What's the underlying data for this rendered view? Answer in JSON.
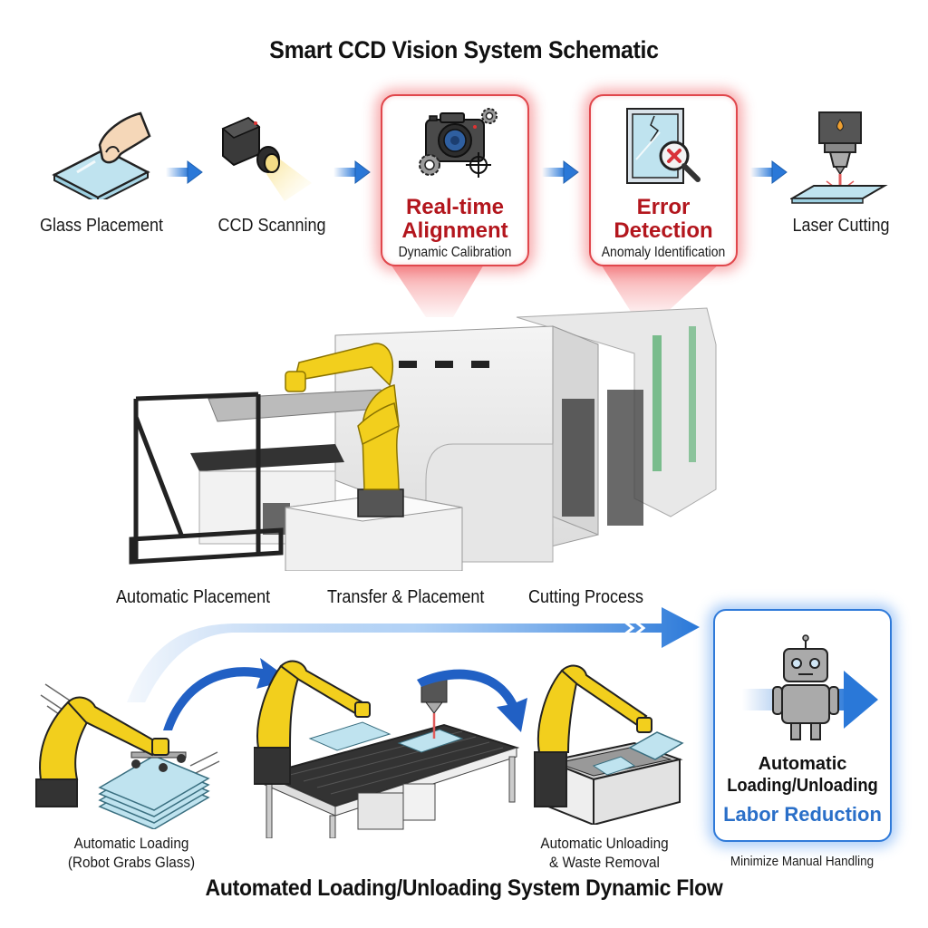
{
  "header": {
    "title": "Smart CCD Vision System Schematic"
  },
  "top_flow": {
    "steps": [
      {
        "label": "Glass Placement",
        "icon": "hand-placing-glass-icon"
      },
      {
        "label": "CCD Scanning",
        "icon": "ccd-camera-icon"
      },
      {
        "label": "Real-time Alignment",
        "line1": "Real-time",
        "line2": "Alignment",
        "sublabel": "Dynamic Calibration",
        "icon": "camera-gears-crosshair-icon",
        "highlighted": true
      },
      {
        "label": "Error Detection",
        "line1": "Error",
        "line2": "Detection",
        "sublabel": "Anomaly Identification",
        "icon": "cracked-glass-magnifier-icon",
        "highlighted": true
      },
      {
        "label": "Laser Cutting",
        "icon": "laser-cutter-icon"
      }
    ],
    "arrow_icon": "arrow-right-icon"
  },
  "machine": {
    "image": "glass-cutting-line-with-robot-arm",
    "stage_labels": [
      "Automatic  Placement",
      "Transfer & Placement",
      "Cutting Process"
    ]
  },
  "bottom_flow": {
    "steps": [
      {
        "line1": "Automatic Loading",
        "line2": "(Robot Grabs Glass)",
        "icon": "robot-grabbing-glass-stack-icon"
      },
      {
        "line1": "",
        "line2": "",
        "icon": "robot-laser-conveyor-table-icon"
      },
      {
        "line1": "Automatic Unloading",
        "line2": "& Waste Removal",
        "icon": "robot-waste-bin-icon"
      }
    ],
    "summary": {
      "title1": "Automatic",
      "title2": "Loading/Unloading",
      "highlight": "Labor Reduction",
      "caption": "Minimize Manual Handling",
      "icon": "robot-icon"
    }
  },
  "footer": {
    "title": "Automated Loading/Unloading System Dynamic Flow"
  },
  "colors": {
    "accent_red": "#b3161d",
    "callout_border": "#e0474c",
    "accent_blue": "#2f7ad9",
    "arrow_blue": "#2a78d8",
    "robot_yellow": "#f2cf1d",
    "glass": "#bfe3ef"
  }
}
